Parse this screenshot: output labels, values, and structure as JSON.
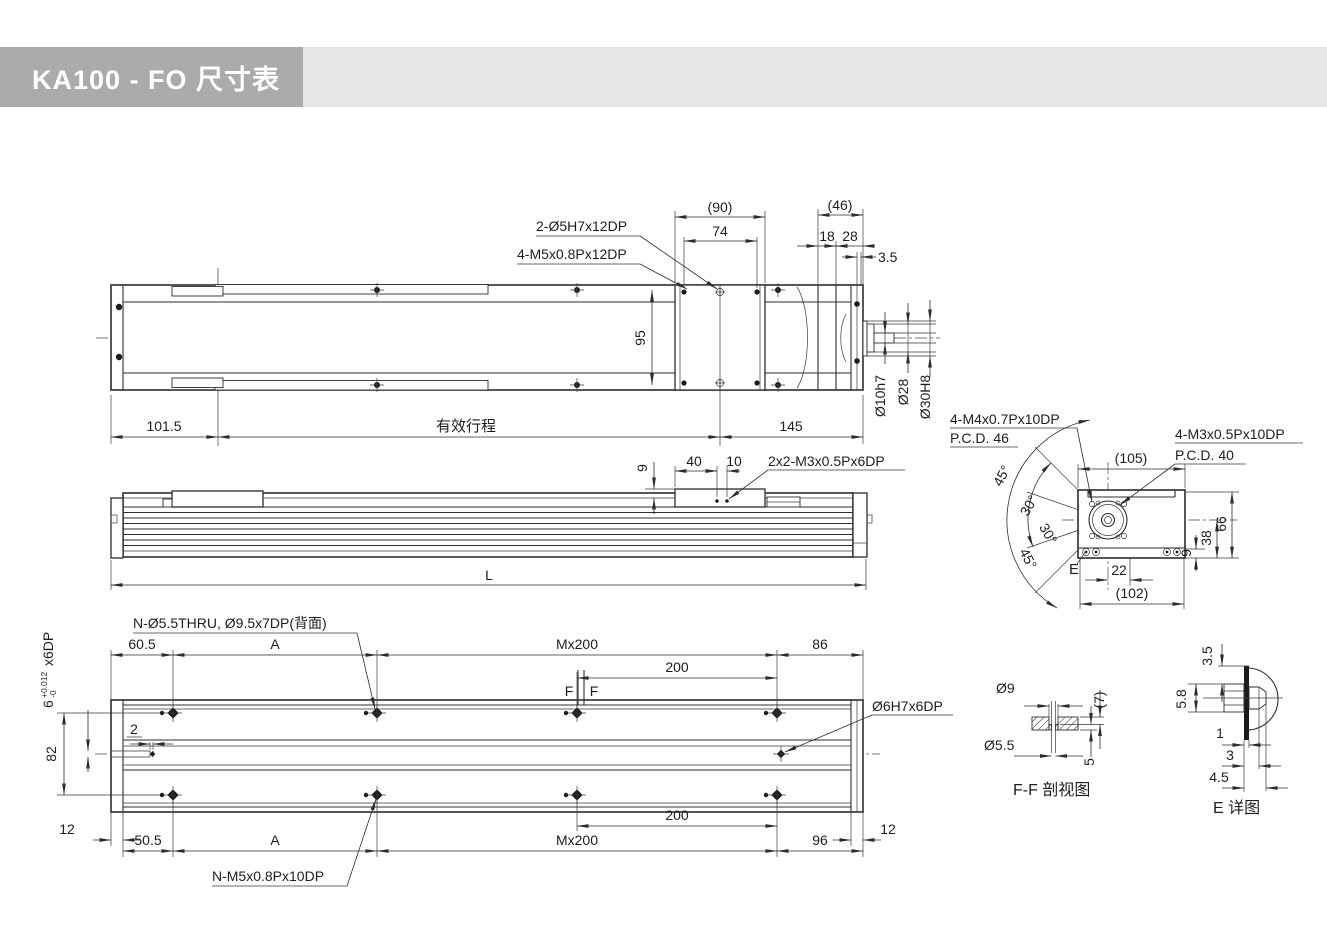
{
  "title": "KA100 - FO 尺寸表",
  "top_view": {
    "label_pin_holes": "2-Ø5H7x12DP",
    "label_tap_holes": "4-M5x0.8Px12DP",
    "dim_90": "(90)",
    "dim_74": "74",
    "dim_46": "(46)",
    "dim_18": "18",
    "dim_28": "28",
    "dim_3_5": "3.5",
    "dim_95": "95",
    "dim_101_5": "101.5",
    "dim_stroke": "有效行程",
    "dim_145": "145",
    "dim_shaft": "Ø10h7",
    "dim_shoulder": "Ø28",
    "dim_pilot": "Ø30H8"
  },
  "side_view": {
    "dim_9": "9",
    "dim_40": "40",
    "dim_10": "10",
    "label_taps": "2x2-M3x0.5Px6DP",
    "dim_L": "L"
  },
  "end_view": {
    "label_m4": "4-M4x0.7Px10DP",
    "label_pcd46": "P.C.D. 46",
    "label_m3": "4-M3x0.5Px10DP",
    "label_pcd40": "P.C.D. 40",
    "dim_105": "(105)",
    "ang_45_top": "45°",
    "ang_30_top": "30°",
    "ang_30_bottom": "30°",
    "ang_45_bottom": "45°",
    "label_e": "E",
    "dim_22": "22",
    "dim_102": "(102)",
    "dim_66": "66",
    "dim_38": "38",
    "dim_9": "9"
  },
  "bottom_view": {
    "label_counterbore": "N-Ø5.5THRU, Ø9.5x7DP(背面)",
    "dim_60_5": "60.5",
    "dim_a_top": "A",
    "dim_m200_top": "Mx200",
    "dim_200_top": "200",
    "dim_86": "86",
    "mark_f_left": "F",
    "mark_f_right": "F",
    "label_dowel": "Ø6H7x6DP",
    "slot_value": "6",
    "slot_tol_upper": "+0.012",
    "slot_tol_lower": "-0",
    "slot_suffix": "x6DP",
    "dim_82": "82",
    "dim_2": "2",
    "dim_12_left": "12",
    "dim_50_5": "50.5",
    "dim_a_bottom": "A",
    "dim_m200_bottom": "Mx200",
    "dim_200_bottom": "200",
    "dim_96": "96",
    "dim_12_right": "12",
    "label_taps": "N-M5x0.8Px10DP"
  },
  "ff_view": {
    "dim_d9": "Ø9",
    "dim_d5_5": "Ø5.5",
    "dim_7": "(7)",
    "dim_5": "5",
    "caption": "F-F 剖视图"
  },
  "e_view": {
    "dim_3_5": "3.5",
    "dim_5_8": "5.8",
    "dim_1": "1",
    "dim_3": "3",
    "dim_4_5": "4.5",
    "caption": "E 详图"
  }
}
